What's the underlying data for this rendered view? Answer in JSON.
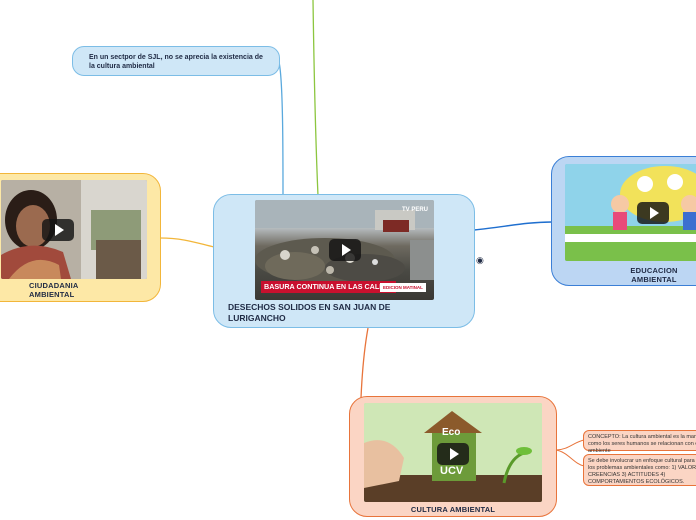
{
  "central": {
    "title": "DESECHOS SOLIDOS EN SAN JUAN DE LURIGANCHO",
    "video_banner": "BASURA CONTINUA EN LAS CALLES",
    "video_tag": "EDICION MATINAL",
    "video_channel": "TV PERU"
  },
  "note_top": {
    "text": "En un sectpor de SJL, no se aprecia la existencia de la cultura ambiental"
  },
  "left": {
    "label": "CIUDADANIA AMBIENTAL"
  },
  "right": {
    "label": "EDUCACION AMBIENTAL"
  },
  "bottom": {
    "label": "CULTURA AMBIENTAL",
    "logo_eco": "Eco",
    "logo_ucv": "UCV"
  },
  "sub_notes": {
    "concepto": "CONCEPTO: La cultura ambiental es la manera como los seres humanos se relacionan con el medio ambiente",
    "enfoque": "Se debe involucrar un enfoque cultural para entender los problemas ambientales como: 1) VALORES 2) CREENCIAS 3) ACTITUDES 4) COMPORTAMIENTOS ECOLÓGICOS."
  },
  "colors": {
    "central_fill": "#cfe7f7",
    "central_border": "#7cbde6",
    "left_fill": "#fde8a6",
    "left_border": "#f2b63a",
    "right_fill": "#bcd6f3",
    "right_border": "#3b7fd6",
    "bottom_fill": "#fbd5c4",
    "bottom_border": "#e8743b"
  }
}
